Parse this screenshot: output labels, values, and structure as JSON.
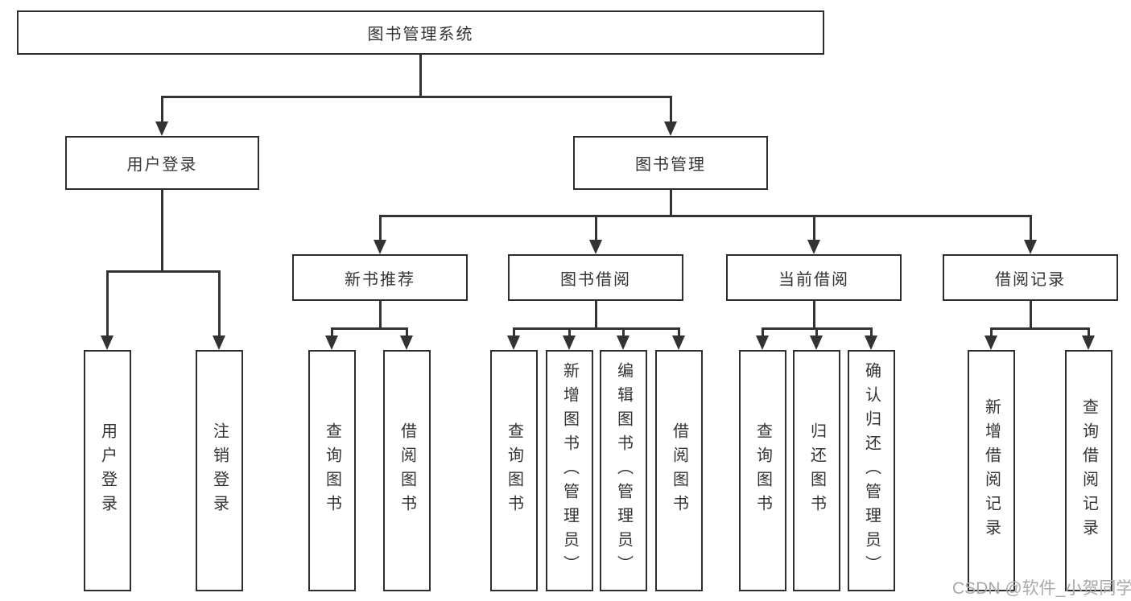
{
  "tree": {
    "root": {
      "label": "图书管理系统"
    },
    "level2": [
      {
        "label": "用户登录"
      },
      {
        "label": "图书管理"
      }
    ],
    "level3": [
      {
        "label": "新书推荐"
      },
      {
        "label": "图书借阅"
      },
      {
        "label": "当前借阅"
      },
      {
        "label": "借阅记录"
      }
    ],
    "leafGroups": [
      {
        "parent": "用户登录",
        "items": [
          "用户登录",
          "注销登录"
        ]
      },
      {
        "parent": "新书推荐",
        "items": [
          "查询图书",
          "借阅图书"
        ]
      },
      {
        "parent": "图书借阅",
        "items": [
          "查询图书",
          "新增图书（管理员）",
          "编辑图书（管理员）",
          "借阅图书"
        ]
      },
      {
        "parent": "当前借阅",
        "items": [
          "查询图书",
          "归还图书",
          "确认归还（管理员）"
        ]
      },
      {
        "parent": "借阅记录",
        "items": [
          "新增借阅记录",
          "查询借阅记录"
        ]
      }
    ]
  },
  "watermark": {
    "text": "CSDN @软件_小贺同学"
  },
  "colors": {
    "line": "#333333",
    "box_border": "#2e2e2e",
    "text": "#333333",
    "watermark": "#a9a9a9",
    "background": "#ffffff"
  }
}
